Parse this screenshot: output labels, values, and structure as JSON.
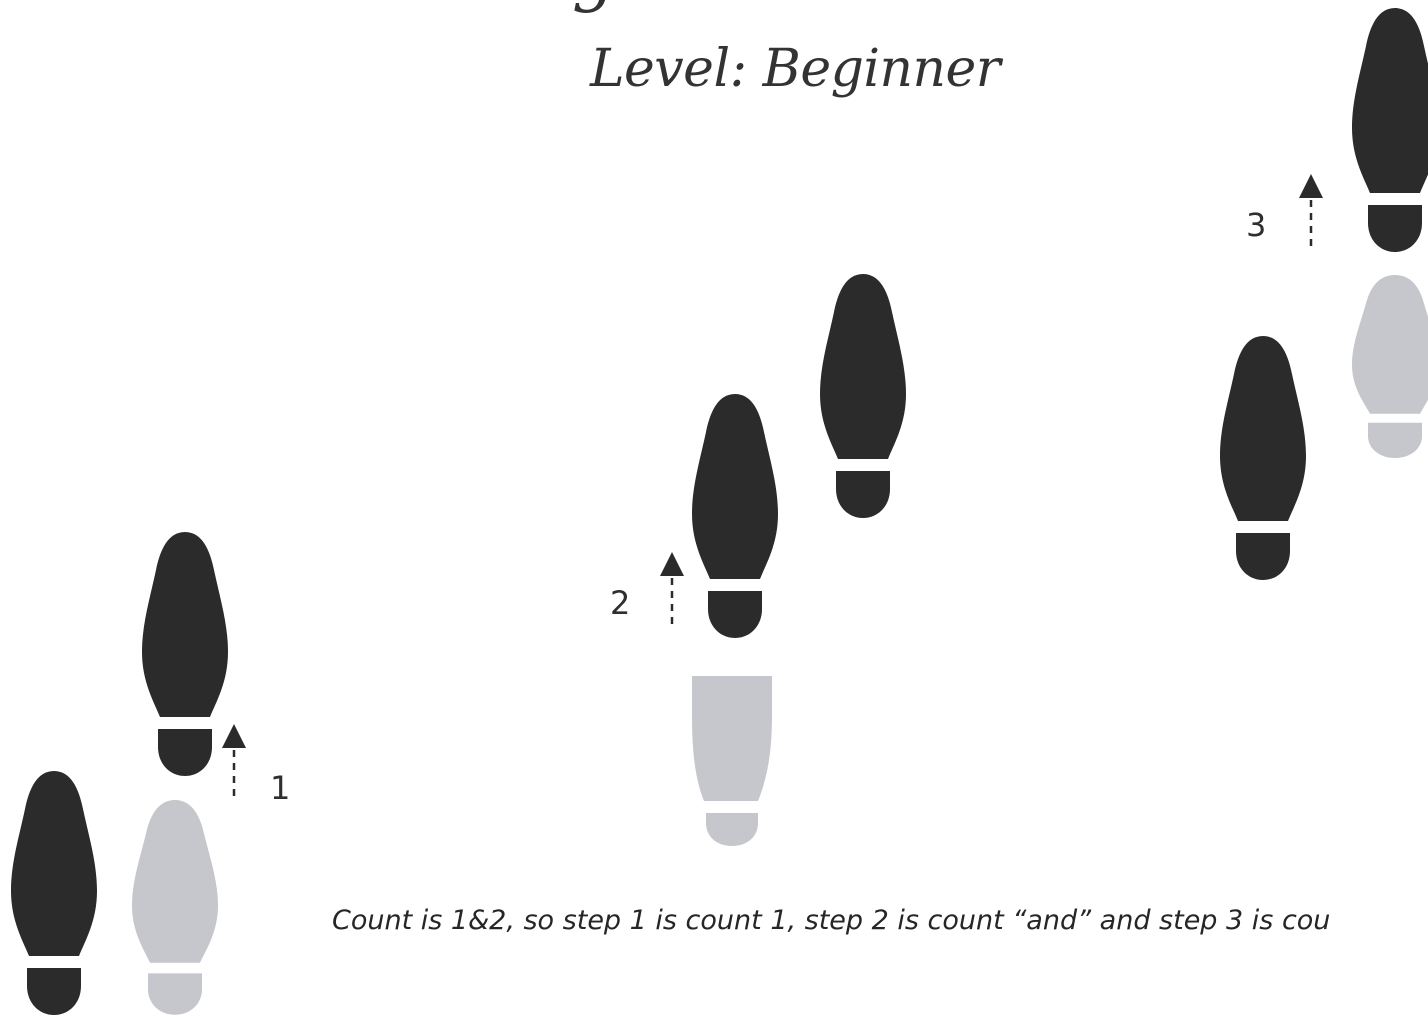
{
  "header": {
    "title_fragment": "g",
    "level_label": "Level: Beginner"
  },
  "steps": [
    {
      "number": "1"
    },
    {
      "number": "2"
    },
    {
      "number": "3"
    }
  ],
  "caption": "Count is 1&2, so step 1 is count 1, step 2 is count “and” and step 3 is cou",
  "colors": {
    "active_foot": "#2b2b2b",
    "previous_foot": "#c6c7cc",
    "arrow": "#2b2b2b",
    "text": "#262626",
    "background": "#ffffff"
  },
  "icons": {
    "footprint": "shoe-sole-icon",
    "arrow": "dashed-up-arrow-icon"
  }
}
